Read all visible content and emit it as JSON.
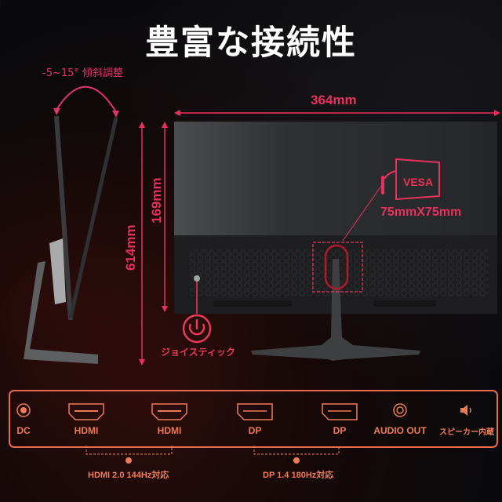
{
  "title": "豊富な接続性",
  "tilt": {
    "label": "-5~15°  傾斜調整"
  },
  "dimensions": {
    "width": "364mm",
    "total_height": "614mm",
    "panel_height": "169mm"
  },
  "vesa": {
    "label": "VESA",
    "size": "75mmX75mm"
  },
  "joystick": {
    "label": "ジョイスティック"
  },
  "ports": [
    {
      "icon": "dc-jack-icon",
      "label": "DC"
    },
    {
      "icon": "hdmi-port-icon",
      "label": "HDMI"
    },
    {
      "icon": "hdmi-port-icon",
      "label": "HDMI"
    },
    {
      "icon": "displayport-icon",
      "label": "DP"
    },
    {
      "icon": "displayport-icon",
      "label": "DP"
    },
    {
      "icon": "audio-jack-icon",
      "label": "AUDIO OUT"
    },
    {
      "icon": "speaker-icon",
      "label": "スピーカー内蔵"
    }
  ],
  "notes": {
    "hdmi": "HDMI 2.0 144Hz対応",
    "dp": "DP 1.4 180Hz対応"
  },
  "colors": {
    "accent_pink": "#e8315f",
    "accent_orange": "#ee7b58",
    "background": "#0b0b0d"
  }
}
